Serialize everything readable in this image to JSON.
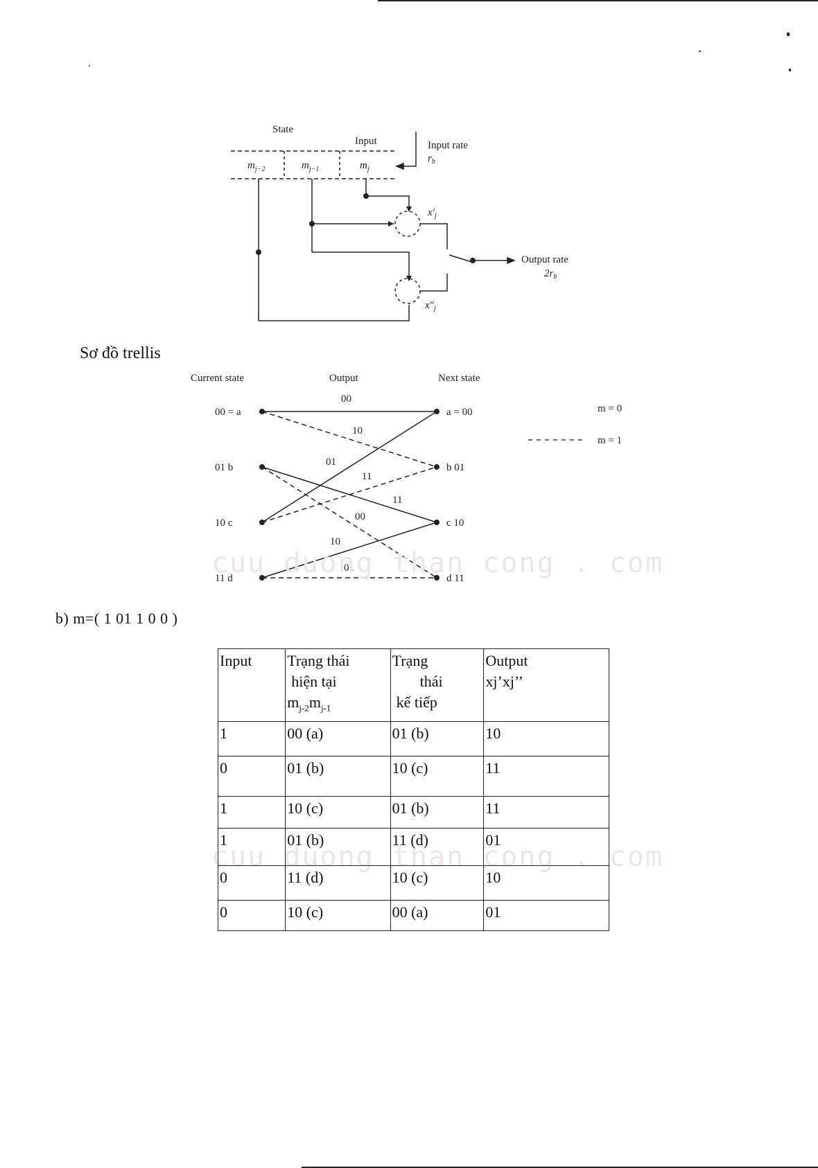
{
  "encoder": {
    "state_label": "State",
    "input_label": "Input",
    "input_rate_label": "Input rate",
    "input_rate_symbol": "r",
    "input_rate_sub": "b",
    "cell_m2": "m",
    "cell_m2_sub": "j−2",
    "cell_m1": "m",
    "cell_m1_sub": "j−1",
    "cell_m0": "m",
    "cell_m0_sub": "j",
    "out_top": "x′",
    "out_top_sub": "j",
    "out_bottom": "x″",
    "out_bottom_sub": "j",
    "output_rate_label": "Output rate",
    "output_rate_value": "2r",
    "output_rate_sub": "b"
  },
  "trellis": {
    "title": "Sơ đồ trellis",
    "col_current": "Current state",
    "col_output": "Output",
    "col_next": "Next state",
    "states_left": [
      "00 = a",
      "01 b",
      "10 c",
      "11 d"
    ],
    "states_right": [
      "a = 00",
      "b 01",
      "c 10",
      "d 11"
    ],
    "edge_labels": [
      "00",
      "10",
      "01",
      "11",
      "11",
      "00",
      "10",
      "01"
    ],
    "legend_solid": "m = 0",
    "legend_dashed": "m = 1"
  },
  "part_b": {
    "label": "b) m=( 1 01 1 0 0 )"
  },
  "table": {
    "headers": {
      "input": "Input",
      "current_l1": "Trạng thái",
      "current_l2": "hiện tại",
      "current_l3_a": "m",
      "current_l3_a_sub": "j-2",
      "current_l3_b": "m",
      "current_l3_b_sub": "j-1",
      "next_l1": "Trạng",
      "next_l2": "thái",
      "next_l3": "kế tiếp",
      "output_l1": "Output",
      "output_l2": "xj’xj’’"
    },
    "rows": [
      {
        "input": "1",
        "current": "00 (a)",
        "next": "01 (b)",
        "output": "10"
      },
      {
        "input": "0",
        "current": "01 (b)",
        "next": "10 (c)",
        "output": "11"
      },
      {
        "input": "1",
        "current": "10 (c)",
        "next": "01 (b)",
        "output": "11"
      },
      {
        "input": "1",
        "current": "01 (b)",
        "next": "11 (d)",
        "output": "01"
      },
      {
        "input": "0",
        "current": "11 (d)",
        "next": "10 (c)",
        "output": "10"
      },
      {
        "input": "0",
        "current": "10 (c)",
        "next": "00 (a)",
        "output": "01"
      }
    ]
  }
}
